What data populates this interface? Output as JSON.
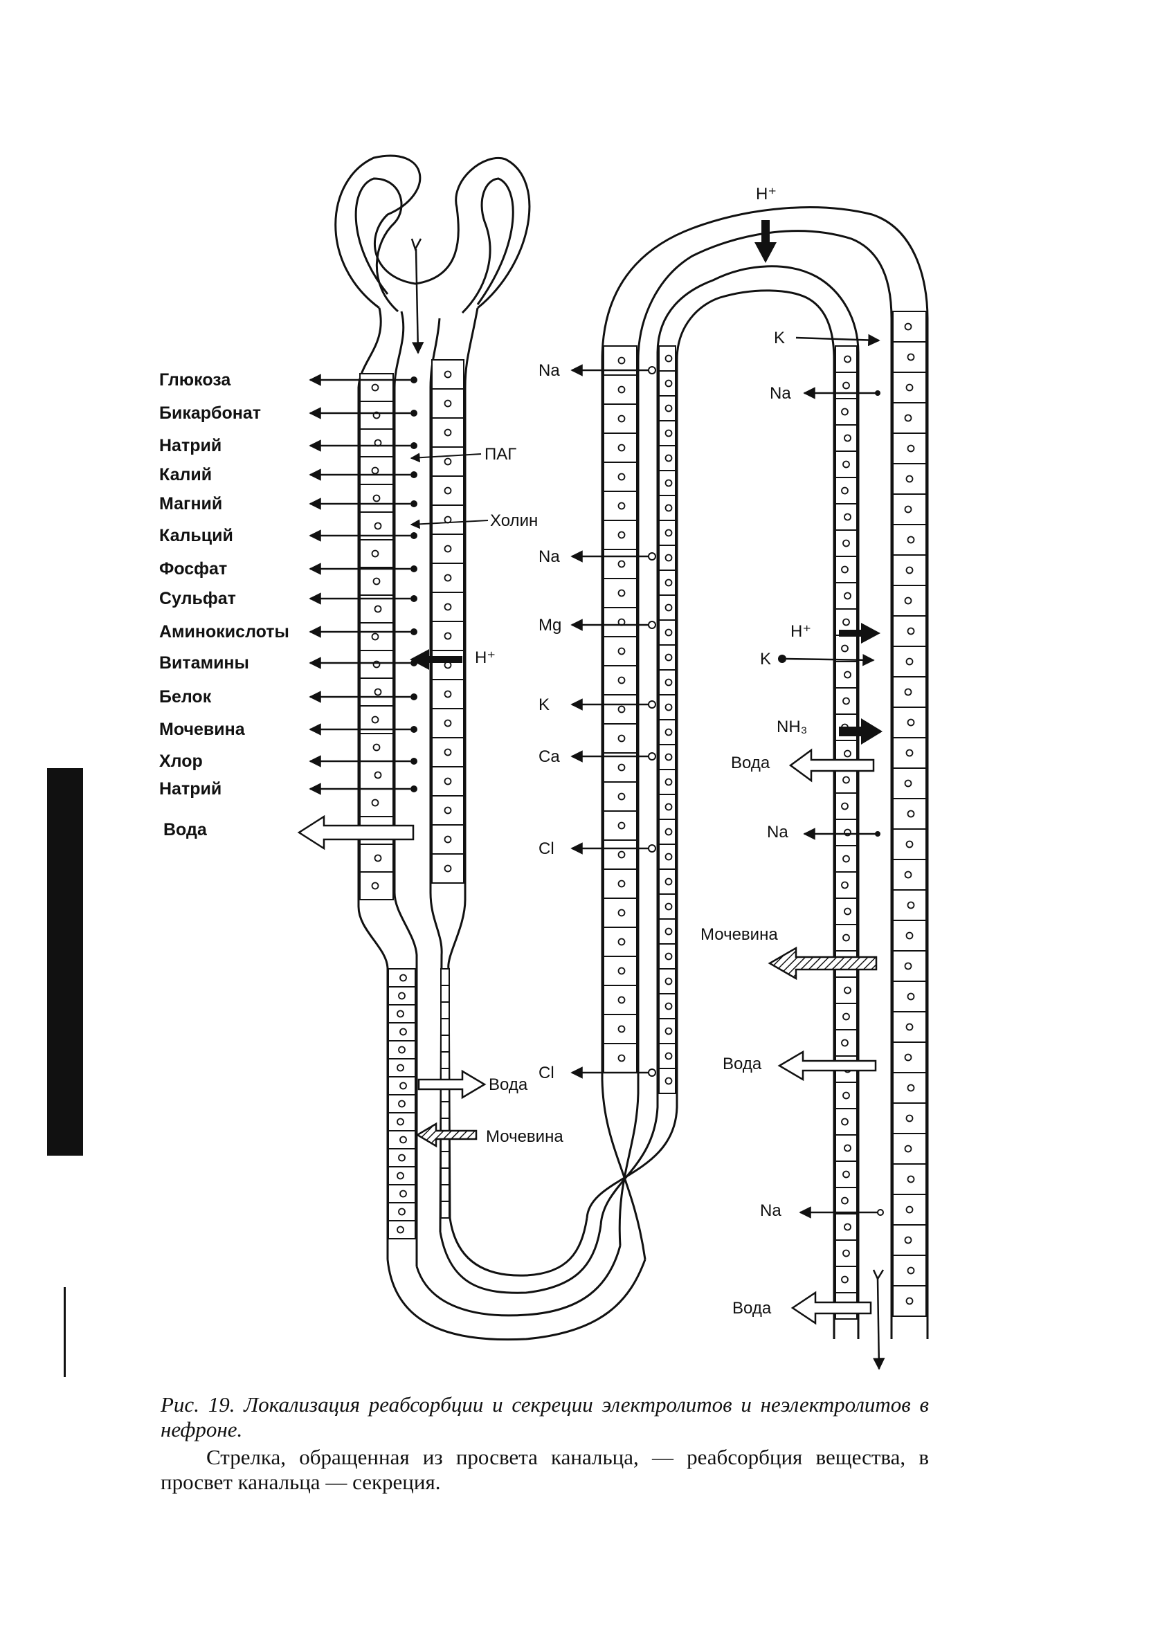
{
  "left_limb_labels": [
    "Глюкоза",
    "Бикарбонат",
    "Натрий",
    "Калий",
    "Магний",
    "Кальций",
    "Фосфат",
    "Сульфат",
    "Аминокислоты",
    "Витамины",
    "Белок",
    "Мочевина",
    "Хлор",
    "Натрий",
    "Вода"
  ],
  "proximal_secretion": {
    "pag": "ПАГ",
    "cholin": "Холин",
    "h_plus": "H⁺"
  },
  "thin_limb": {
    "water": "Вода",
    "urea": "Мочевина"
  },
  "ascending_limb_labels": [
    "Na",
    "Na",
    "Mg",
    "K",
    "Ca",
    "Cl",
    "Cl"
  ],
  "top_label": "H⁺",
  "distal_labels": {
    "k_top": "K",
    "na1": "Na",
    "h_plus": "H⁺",
    "k2": "K",
    "nh3": "NH₃",
    "water1": "Вода",
    "na2": "Na",
    "urea": "Мочевина",
    "water2": "Вода",
    "na3": "Na",
    "water3": "Вода"
  },
  "caption": {
    "title": "Рис. 19. Локализация реабсорбции и секреции электролитов и неэлектролитов в нефроне.",
    "body": "Стрелка, обращенная из просвета канальца, — реабсорбция вещества, в просвет канальца — секреция."
  }
}
